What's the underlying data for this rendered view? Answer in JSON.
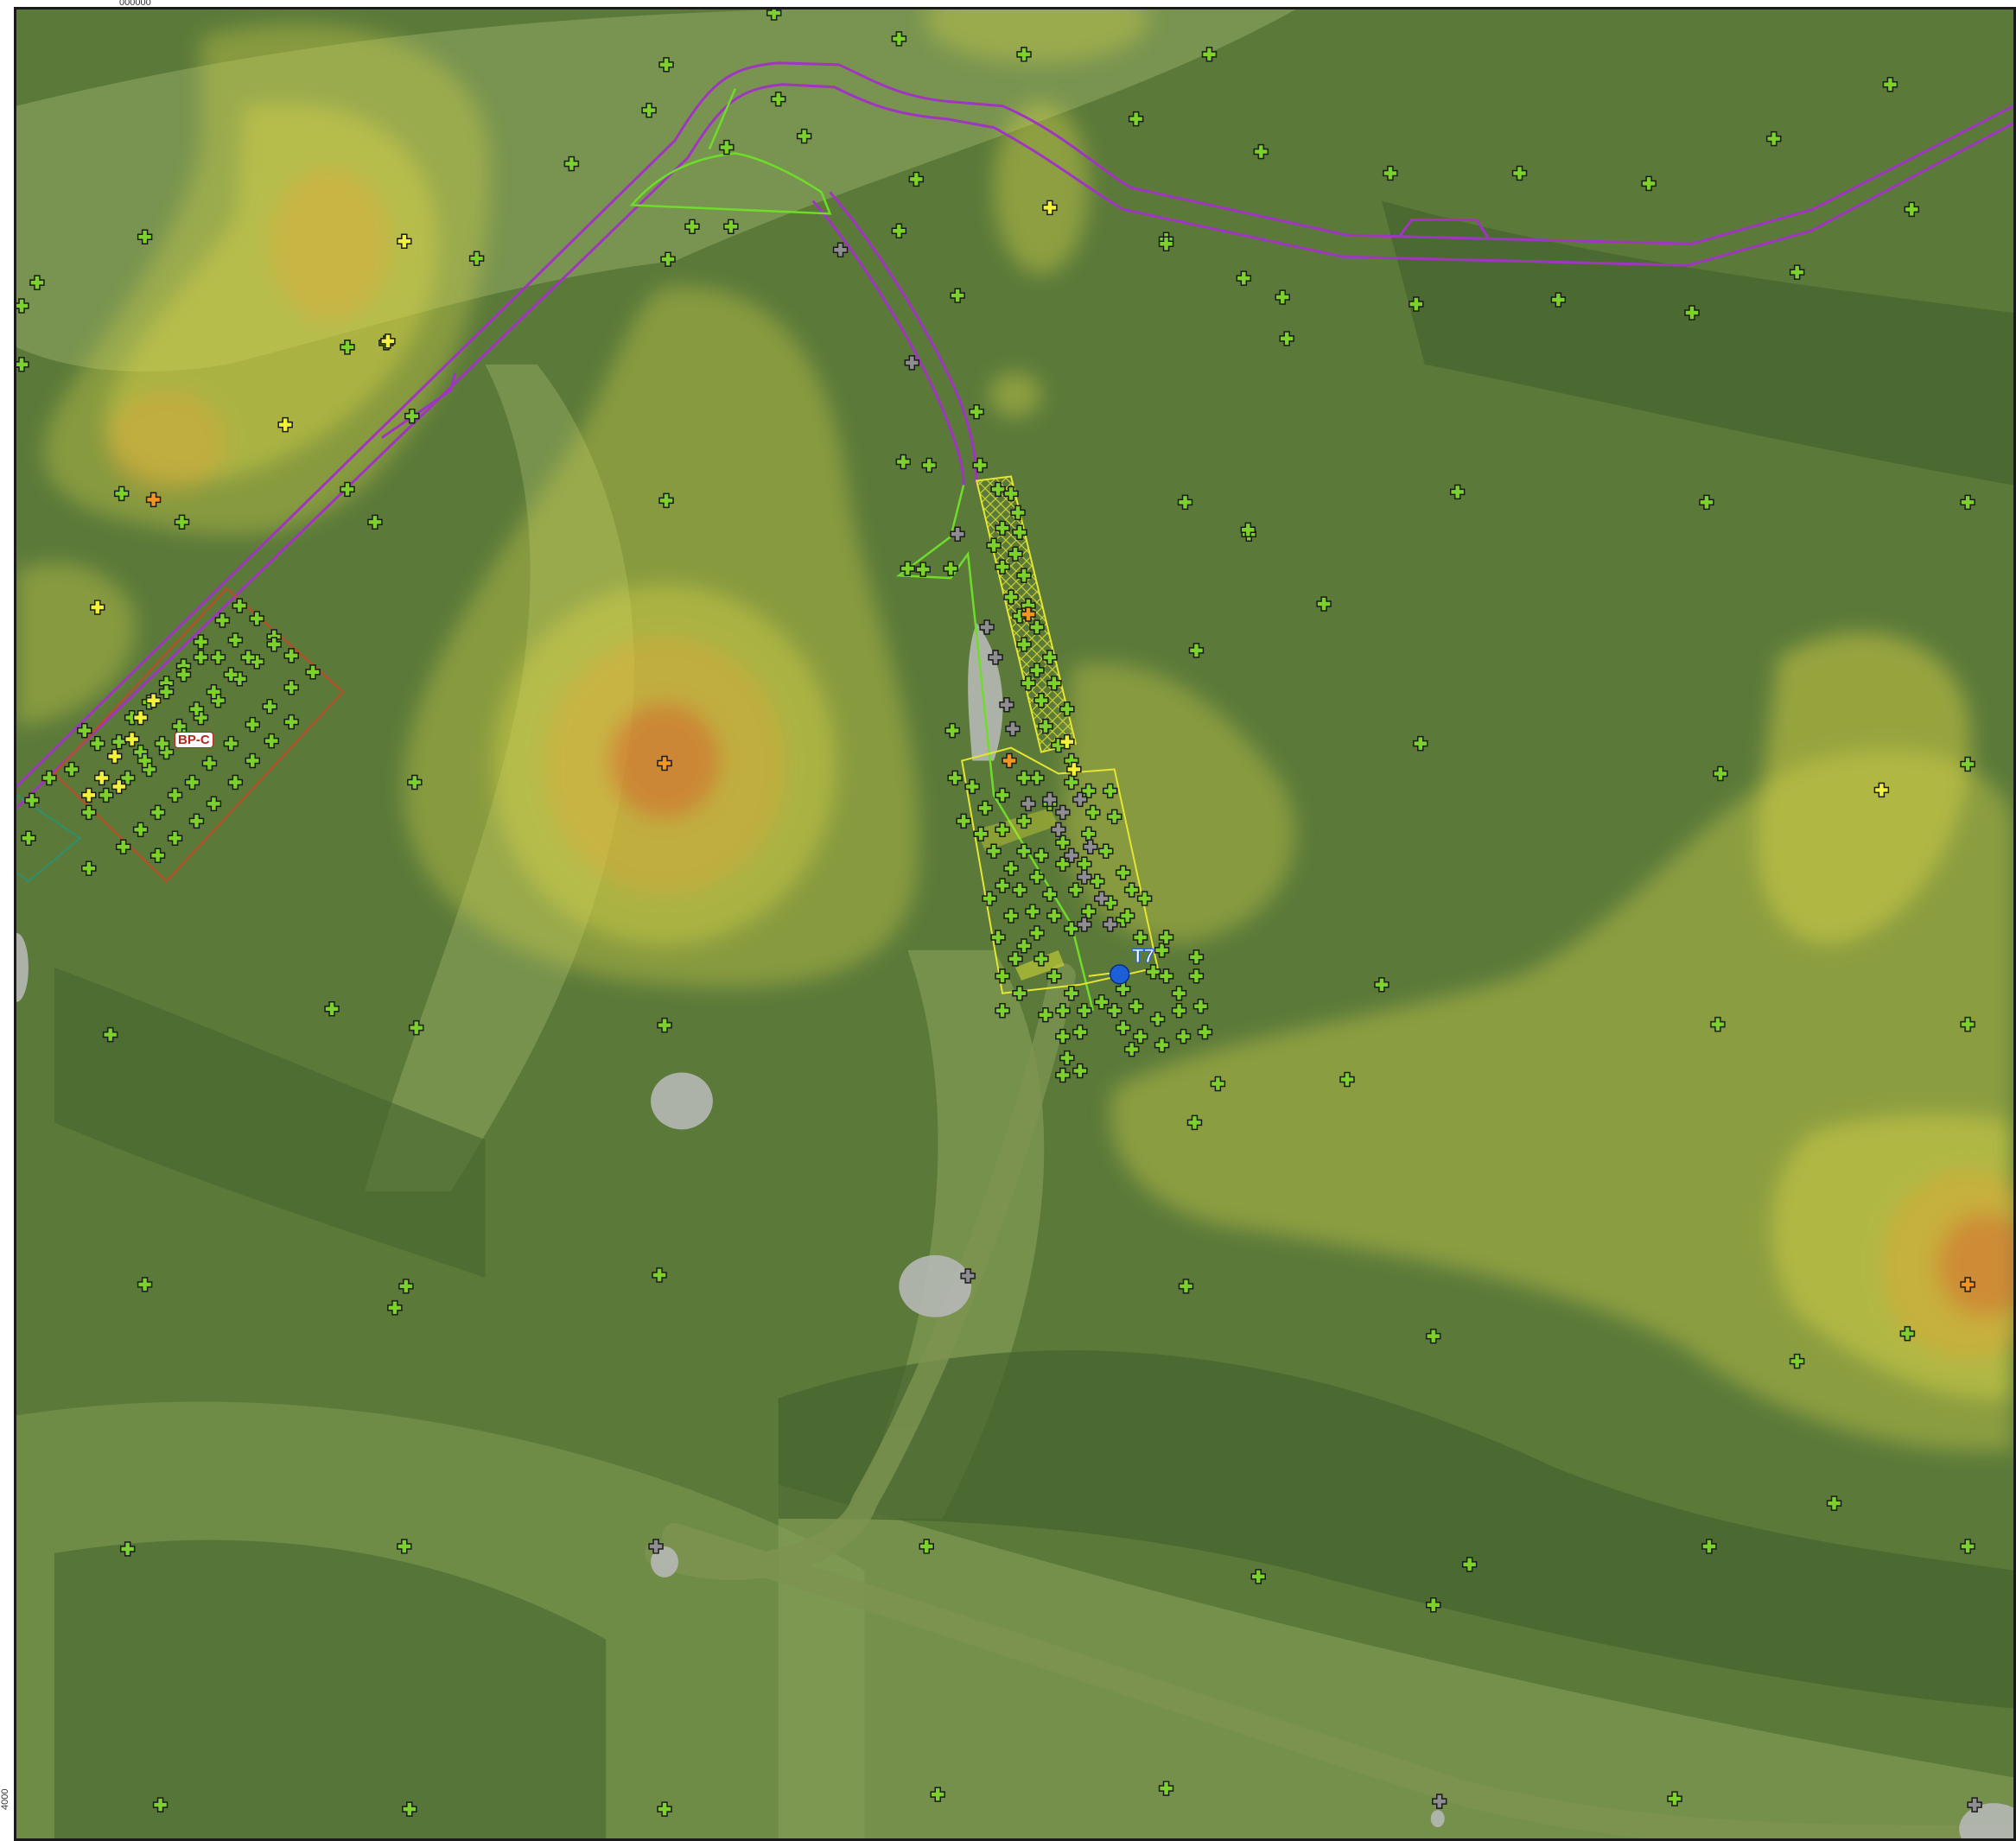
{
  "map": {
    "tick_top": "000000",
    "tick_left": "4000",
    "labels": {
      "site": "BP-C",
      "turbine": "T7"
    },
    "colors": {
      "forest_dark": "#45642e",
      "forest_mid": "#5b7a3a",
      "open_ground": "#8aa257",
      "track": "#7d9450",
      "contour_yellow": "#d9d84a",
      "contour_orange": "#e8a53a",
      "contour_red": "#d9582e",
      "road_outline": "#a035c2",
      "boundary_green": "#6fdc2b",
      "plot_brown": "#b0512a",
      "plot_yellow": "#e4e632",
      "marker_green": "#7cd12c",
      "marker_yellow": "#f2f23a",
      "marker_orange": "#f39523",
      "marker_grey": "#8e8e92",
      "turbine_blue": "#1d5fd6",
      "waterbody_grey": "#b6b8b6"
    },
    "legend_markers": [
      "green-cross",
      "yellow-cross",
      "orange-cross",
      "grey-cross",
      "blue-dot"
    ]
  }
}
